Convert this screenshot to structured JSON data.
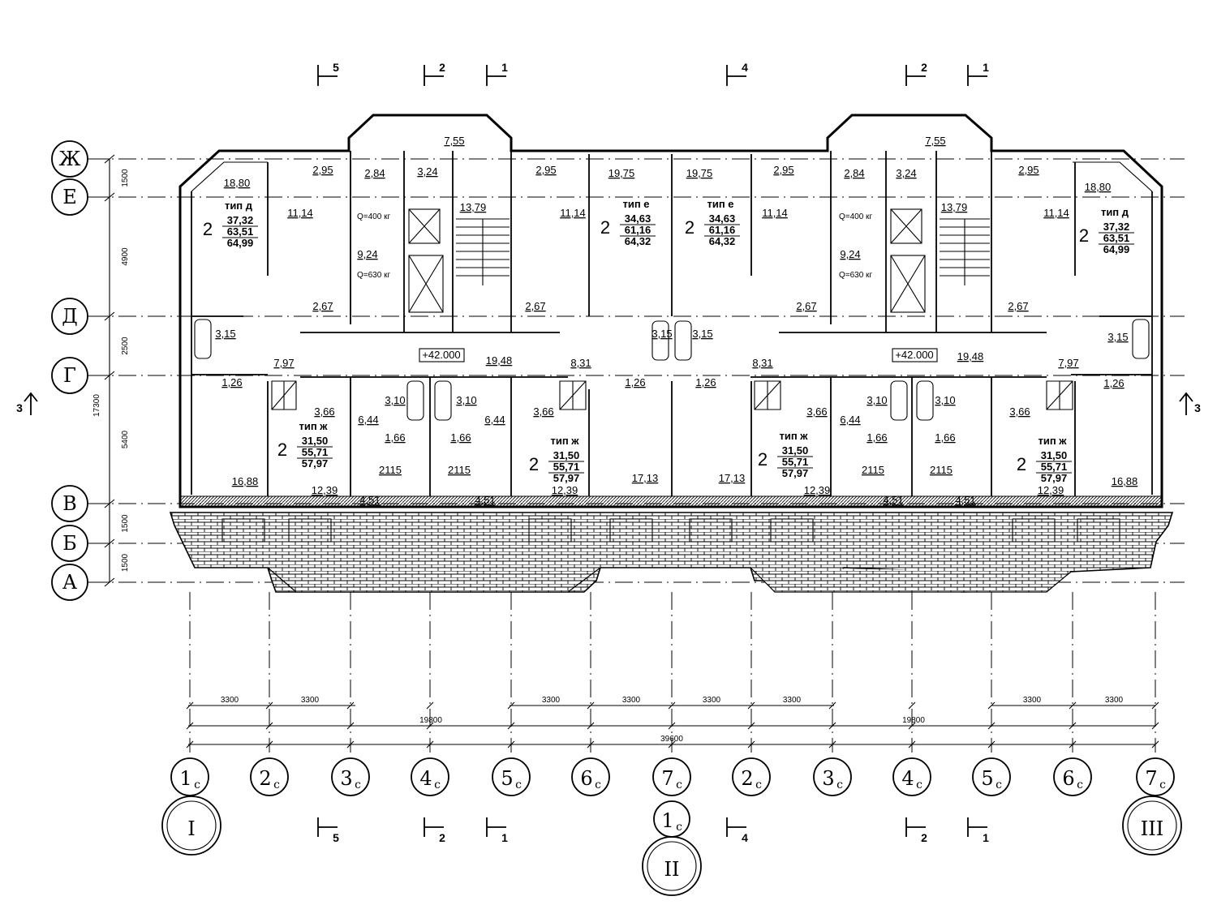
{
  "row_axes": [
    "Ж",
    "Е",
    "Д",
    "Г",
    "В",
    "Б",
    "А"
  ],
  "row_dims": [
    "1500",
    "4900",
    "2500",
    "5400",
    "1500",
    "1500"
  ],
  "total_height_dim": "17300",
  "column_axes": [
    {
      "num": "1",
      "sub": "с"
    },
    {
      "num": "2",
      "sub": "с"
    },
    {
      "num": "3",
      "sub": "с"
    },
    {
      "num": "4",
      "sub": "с"
    },
    {
      "num": "5",
      "sub": "с"
    },
    {
      "num": "6",
      "sub": "с"
    },
    {
      "num": "7",
      "sub": "с"
    },
    {
      "num": "2",
      "sub": "с"
    },
    {
      "num": "3",
      "sub": "с"
    },
    {
      "num": "4",
      "sub": "с"
    },
    {
      "num": "5",
      "sub": "с"
    },
    {
      "num": "6",
      "sub": "с"
    },
    {
      "num": "7",
      "sub": "с"
    }
  ],
  "middle_axis_extra": {
    "num": "1",
    "sub": "с"
  },
  "sections": [
    "I",
    "II",
    "III"
  ],
  "dims_row1": [
    "3300",
    "3300",
    "3300",
    "3300",
    "3300",
    "3300",
    "3300",
    "3300"
  ],
  "dims_row2": [
    "19800",
    "19800"
  ],
  "dims_row3": "39600",
  "cut_marks": [
    "5",
    "2",
    "1",
    "4",
    "2",
    "1"
  ],
  "side_cut": "3",
  "elevation_marks": [
    "+42.000",
    "+42.000"
  ],
  "lift_labels": [
    "Q=400 кг",
    "Q=630 кг",
    "Q=400 кг",
    "Q=630 кг"
  ],
  "apt_type_prefix": "тип",
  "apartments": [
    {
      "rooms": "2",
      "type": "д",
      "v1": "37,32",
      "v2": "63,51",
      "v3": "64,99"
    },
    {
      "rooms": "2",
      "type": "е",
      "v1": "34,63",
      "v2": "61,16",
      "v3": "64,32"
    },
    {
      "rooms": "2",
      "type": "е",
      "v1": "34,63",
      "v2": "61,16",
      "v3": "64,32"
    },
    {
      "rooms": "2",
      "type": "д",
      "v1": "37,32",
      "v2": "63,51",
      "v3": "64,99"
    },
    {
      "rooms": "2",
      "type": "ж",
      "v1": "31,50",
      "v2": "55,71",
      "v3": "57,97"
    },
    {
      "rooms": "2",
      "type": "ж",
      "v1": "31,50",
      "v2": "55,71",
      "v3": "57,97"
    },
    {
      "rooms": "2",
      "type": "ж",
      "v1": "31,50",
      "v2": "55,71",
      "v3": "57,97"
    },
    {
      "rooms": "2",
      "type": "ж",
      "v1": "31,50",
      "v2": "55,71",
      "v3": "57,97"
    }
  ],
  "room_areas": [
    "7,55",
    "7,55",
    "18,80",
    "2,95",
    "2,84",
    "3,24",
    "2,95",
    "19,75",
    "19,75",
    "2,95",
    "2,84",
    "3,24",
    "2,95",
    "18,80",
    "11,14",
    "13,79",
    "11,14",
    "11,14",
    "13,79",
    "11,14",
    "9,24",
    "9,24",
    "2,67",
    "2,67",
    "2,67",
    "2,67",
    "3,15",
    "3,15",
    "3,15",
    "3,15",
    "7,97",
    "19,48",
    "8,31",
    "8,31",
    "19,48",
    "7,97",
    "1,26",
    "1,26",
    "1,26",
    "1,26",
    "3,66",
    "3,66",
    "3,66",
    "3,66",
    "3,10",
    "3,10",
    "3,10",
    "3,10",
    "6,44",
    "6,44",
    "6,44",
    "1,66",
    "1,66",
    "1,66",
    "1,66",
    "2115",
    "2115",
    "2115",
    "2115",
    "16,88",
    "12,39",
    "12,39",
    "17,13",
    "17,13",
    "12,39",
    "12,39",
    "16,88",
    "4,51",
    "4,51",
    "4,51",
    "4,51"
  ]
}
